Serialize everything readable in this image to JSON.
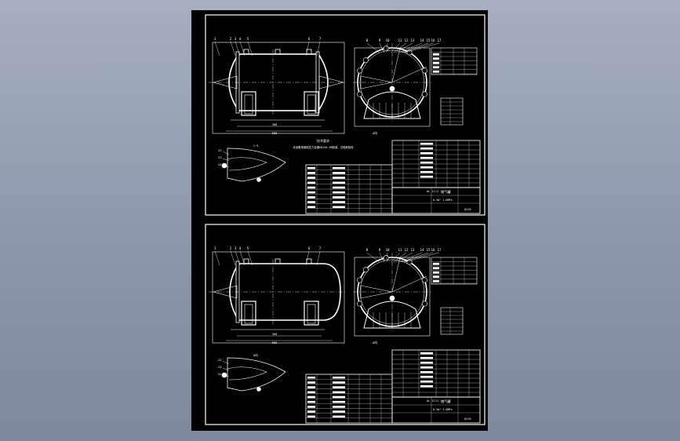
{
  "window": {
    "title": ""
  },
  "colors": {
    "background": "#949fb3",
    "sheet": "#000000",
    "lines": "#ffffff"
  },
  "drawings": [
    {
      "id": "upper",
      "balloons_side": [
        "1",
        "2",
        "3",
        "4",
        "5",
        "6",
        "7"
      ],
      "balloons_end": [
        "8",
        "9",
        "10",
        "11",
        "12",
        "13",
        "14",
        "15",
        "16",
        "17"
      ],
      "dim_inner": "300",
      "dim_outer": "500",
      "view_label": "A向",
      "detail_label": "1:5",
      "note_title": "技术要求",
      "note_text": "本设备按钢制压力容器GB150-98制造、试验和验收",
      "detail_balloons": [
        "22",
        "23",
        "24"
      ],
      "row_text": "AL   1111",
      "title_text": "储气罐",
      "title_sub": "0.3m³  1.0MPa",
      "title_code": "Q235"
    },
    {
      "id": "lower",
      "balloons_side": [
        "1",
        "2",
        "3",
        "4",
        "5",
        "6",
        "7"
      ],
      "balloons_end": [
        "8",
        "9",
        "10",
        "11",
        "12",
        "13",
        "14",
        "15",
        "16",
        "17"
      ],
      "dim_inner": "300",
      "dim_outer": "500",
      "view_label": "A向",
      "detail_label": "A向",
      "detail_balloons": [
        "22",
        "23",
        "24"
      ],
      "row_text": "AL   1111",
      "title_text": "储气罐",
      "title_sub": "0.3m³  1.0MPa",
      "title_code": "Q235"
    }
  ]
}
